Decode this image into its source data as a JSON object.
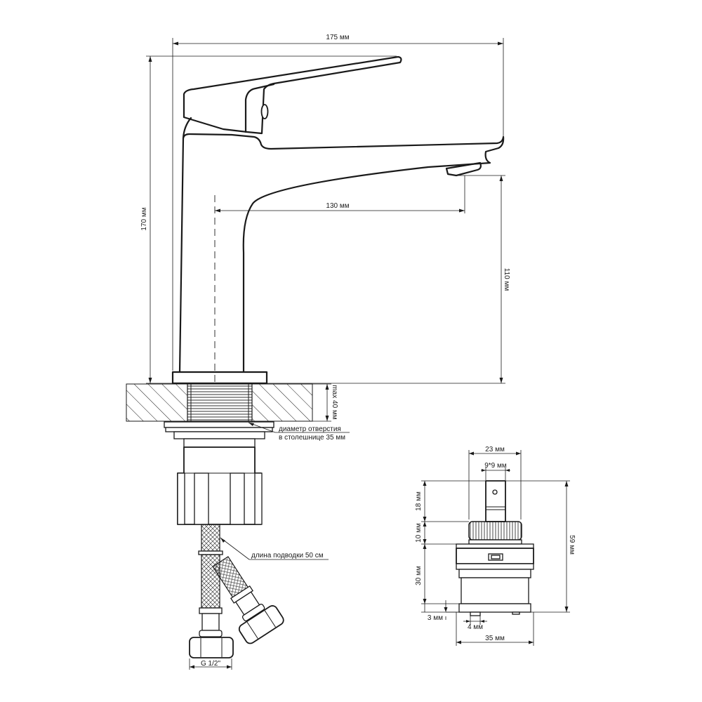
{
  "faucet": {
    "width_label": "175 мм",
    "height_label": "170 мм",
    "reach_label": "130 мм",
    "spout_height_label": "110 мм",
    "max_thickness_label": "max 40 мм",
    "hole_note_line1": "диаметр отверстия",
    "hole_note_line2": "в столешнице 35 мм",
    "hose_note": "длина подводки 50 см",
    "thread_label": "G 1/2\""
  },
  "cartridge": {
    "width_top_label": "23 мм",
    "square_label": "9*9 мм",
    "stem_label": "18 мм",
    "spline_label": "10 мм",
    "body_label": "30 мм",
    "total_label": "59 мм",
    "base_label": "3 мм",
    "pin_label": "4 мм",
    "diameter_label": "35 мм"
  },
  "colors": {
    "line": "#1a1a1a",
    "background": "#ffffff"
  }
}
